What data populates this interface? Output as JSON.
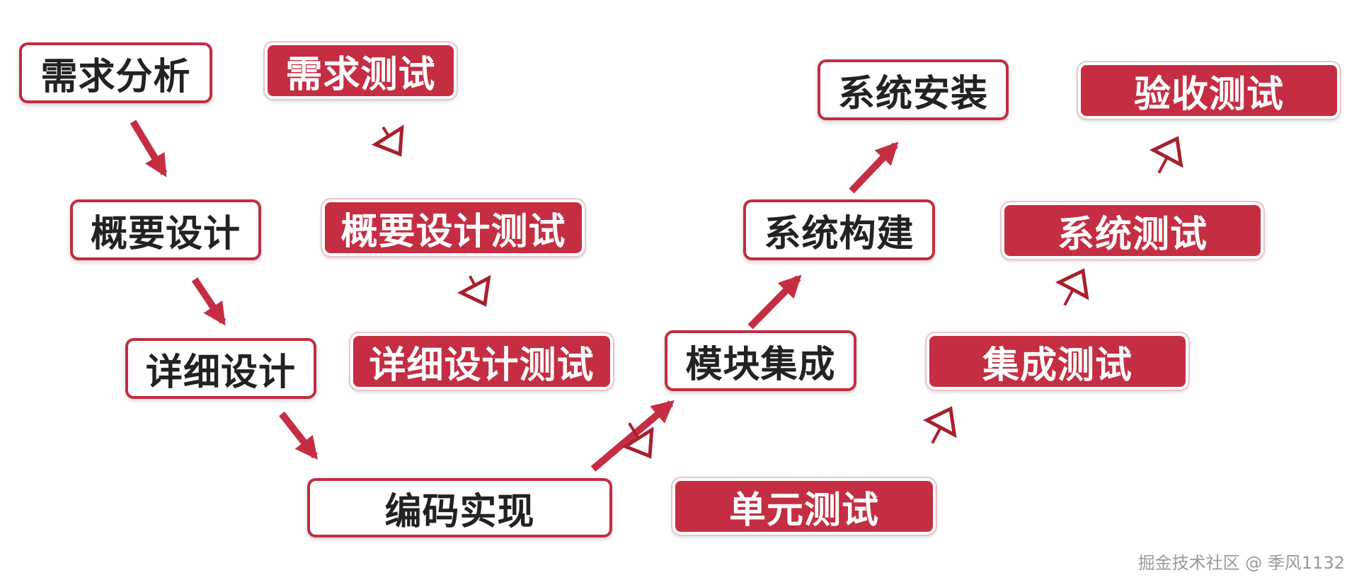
{
  "colors": {
    "accent": "#c52e42",
    "dev_text": "#222222",
    "test_text": "#ffffff"
  },
  "dev_stages": {
    "requirements_analysis": "需求分析",
    "outline_design": "概要设计",
    "detailed_design": "详细设计",
    "coding": "编码实现",
    "module_integration": "模块集成",
    "system_build": "系统构建",
    "system_install": "系统安装"
  },
  "test_stages": {
    "requirements_test": "需求测试",
    "outline_design_test": "概要设计测试",
    "detailed_design_test": "详细设计测试",
    "unit_test": "单元测试",
    "integration_test": "集成测试",
    "system_test": "系统测试",
    "acceptance_test": "验收测试"
  },
  "watermark": "掘金技术社区 @ 季风1132"
}
